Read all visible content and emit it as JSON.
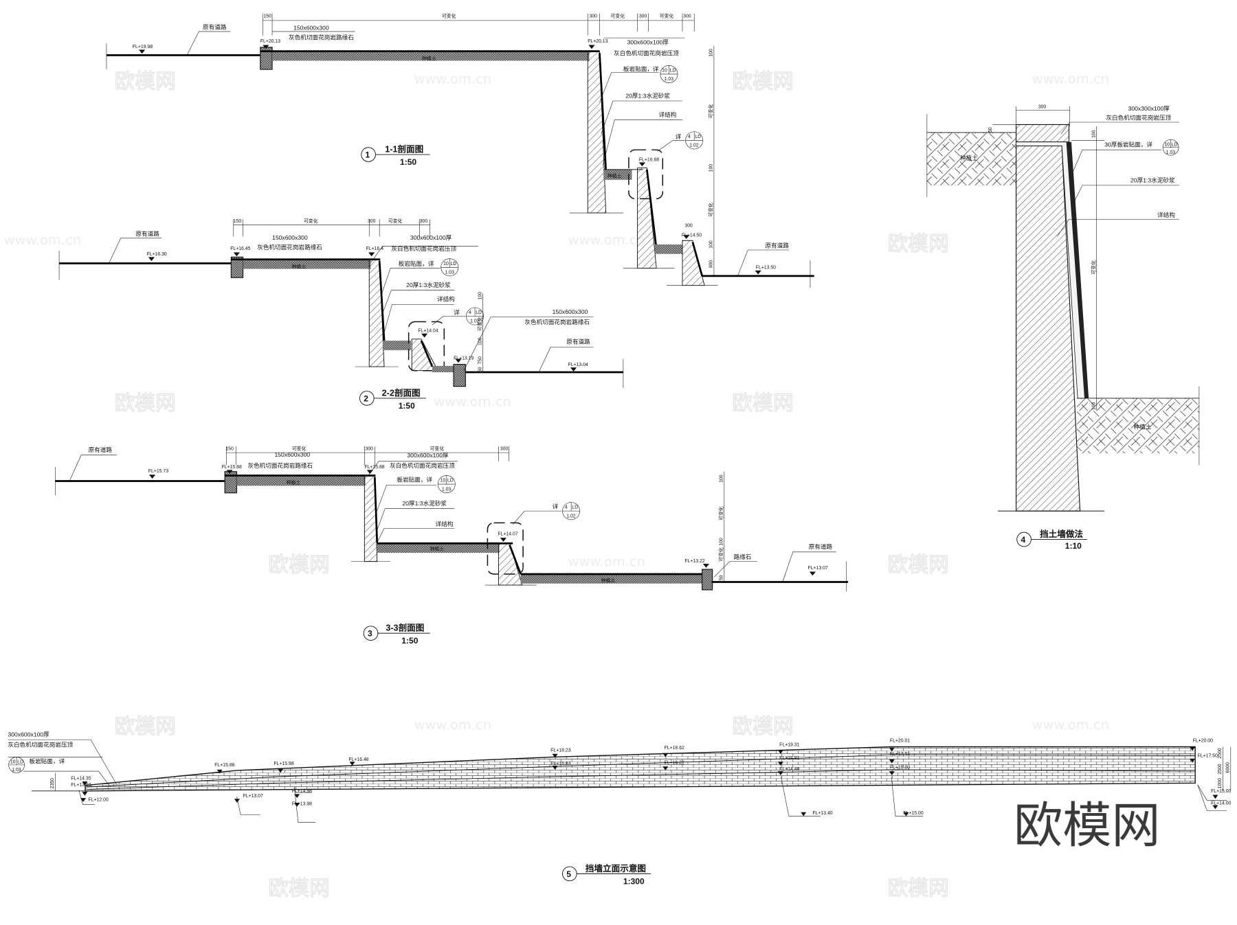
{
  "watermark": {
    "logo": "欧模网",
    "url": "www.om.cn"
  },
  "common": {
    "road": "原有道路",
    "soil": "种植土",
    "curb_size": "150x600x300",
    "curb_desc": "灰色机切面花岗岩路缘石",
    "coping_size": "300x600x100厚",
    "coping_desc": "灰白色机切面花岗岩压顶",
    "slate": "板岩贴面，详",
    "mortar": "20厚1:3水泥砂浆",
    "structure": "详结构",
    "detail": "详",
    "curb_short": "路缘石",
    "variable": "可变化"
  },
  "refs": {
    "slate_ref": {
      "num": "10",
      "code": "LD",
      "sheet": "1.03"
    },
    "detail_ref": {
      "num": "4",
      "code": "LD",
      "sheet": "1.02"
    }
  },
  "section1": {
    "number": "1",
    "title": "1-1剖面图",
    "scale": "1:50",
    "elev": [
      "FL+19.98",
      "FL+20.13",
      "FL+20.13",
      "FL+16.68",
      "FL+14.50",
      "FL+13.50"
    ],
    "dims": [
      "150",
      "300",
      "300",
      "300"
    ],
    "vdims": [
      "100",
      "100",
      "100",
      "900"
    ]
  },
  "section2": {
    "number": "2",
    "title": "2-2剖面图",
    "scale": "1:50",
    "elev": [
      "FL+16.30",
      "FL+16.45",
      "FL+16.4",
      "FL+14.04",
      "FL+13.19",
      "FL+13.04"
    ],
    "dims": [
      "150",
      "300",
      "300"
    ],
    "vdims": [
      "100",
      "100",
      "750",
      "50"
    ]
  },
  "section3": {
    "number": "3",
    "title": "3-3剖面图",
    "scale": "1:50",
    "elev": [
      "FL+15.73",
      "FL+15.88",
      "FL+15.88",
      "FL+14.07",
      "FL+13.22",
      "FL+13.07"
    ],
    "dims": [
      "150",
      "300",
      "300"
    ],
    "vdims": [
      "100",
      "100",
      "50"
    ]
  },
  "section4": {
    "number": "4",
    "title": "挡土墙做法",
    "scale": "1:10",
    "coping_size": "300x300x100厚",
    "slate": "30厚板岩贴面，详",
    "dims": [
      "300",
      "50",
      "100",
      "100"
    ]
  },
  "section5": {
    "number": "5",
    "title": "挡墙立面示意图",
    "scale": "1:300",
    "elev": [
      "FL+14.35",
      "FL+13.60",
      "FL+12.00",
      "FL+15.88",
      "FL+15.98",
      "FL+16.48",
      "FL+13.07",
      "FL+14.98",
      "FL+13.98",
      "FL+18.23",
      "FL+16.83",
      "FL+18.62",
      "FL+16.22",
      "FL+19.31",
      "FL+16.81",
      "FL+14.40",
      "FL+13.40",
      "FL+20.01",
      "FL+17.51",
      "FL+15.00",
      "FL+15.00",
      "FL+20.00",
      "FL+17.50",
      "FL+15.00",
      "FL+14.00"
    ],
    "dims": [
      "2500",
      "2500",
      "1000",
      "6000",
      "2350"
    ]
  }
}
